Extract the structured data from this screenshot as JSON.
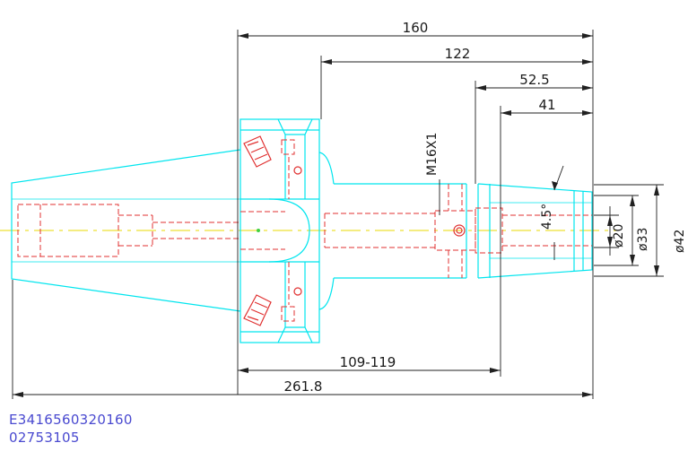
{
  "dimensions": {
    "overall_length_top": "160",
    "length_122": "122",
    "length_52_5": "52.5",
    "length_41": "41",
    "thread": "M16X1",
    "angle": "4.5°",
    "dia_20": "ø20",
    "dia_33": "ø33",
    "dia_42": "ø42",
    "range_109_119": "109-119",
    "overall_length": "261.8"
  },
  "part_codes": {
    "line1": "E3416560320160",
    "line2": "02753105"
  },
  "colors": {
    "outline": "#00e5ee",
    "hidden": "#e03030",
    "centerline": "#e8d800",
    "dimension": "#202020",
    "code_text": "#4a4ad0"
  }
}
